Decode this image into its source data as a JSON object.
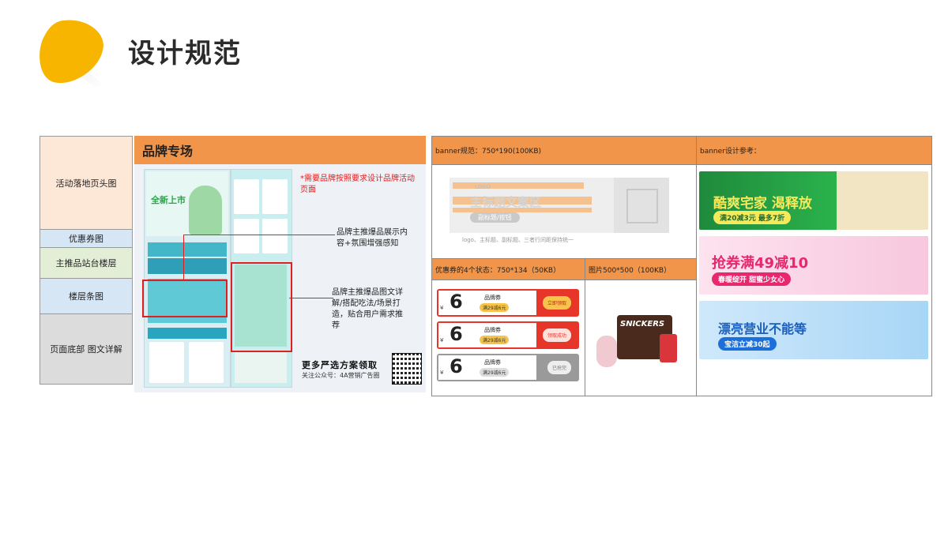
{
  "page": {
    "title": "设计规范"
  },
  "labels": [
    "活动落地页头图",
    "优惠券图",
    "主推品站台楼层",
    "楼层条图",
    "页面底部 图文详解"
  ],
  "brand": {
    "heading": "品牌专场",
    "phone1_title": "全新上市",
    "red_note": "*需要品牌按照要求设计品牌活动页面",
    "note1": "品牌主推爆品展示内容+氛围增强感知",
    "note2": "品牌主推爆品图文详解/搭配吃法/场景打造，贴合用户需求推荐",
    "more_title": "更多严选方案领取",
    "more_sub": "关注公众号：4A营销广告圈"
  },
  "spec": {
    "banner_spec": "banner规范：750*190(100KB)",
    "banner_ref": "banner设计参考：",
    "tpl_logo": "LOGO",
    "tpl_title": "主标题文案区",
    "tpl_sub": "副标题/按钮",
    "tpl_note": "logo、主标题、副标题、三者行间距保持统一",
    "coupon_spec": "优惠券的4个状态：750*134（50KB）",
    "product_spec": "图片500*500（100KB）",
    "coupons": [
      {
        "num": "6",
        "yen": "¥",
        "name": "品牌券",
        "cond": "满29减6元",
        "btn": "立即领取"
      },
      {
        "num": "6",
        "yen": "¥",
        "name": "品牌券",
        "cond": "满29减6元",
        "btn": "领取成功"
      },
      {
        "num": "6",
        "yen": "¥",
        "name": "品牌券",
        "cond": "满29减6元",
        "btn": "已抢完"
      }
    ],
    "product_name": "SNICKERS",
    "ref_banners": [
      {
        "title": "酷爽宅家 渴释放",
        "pill": "满20减3元 最多7折"
      },
      {
        "title": "抢券满49减10",
        "pill": "春暖绽开 甜蜜少女心"
      },
      {
        "title": "漂亮营业不能等",
        "pill": "宝洁立减30起"
      }
    ]
  },
  "colors": {
    "orange": "#f0954a",
    "yellow": "#f7b500",
    "red": "#e02020"
  }
}
